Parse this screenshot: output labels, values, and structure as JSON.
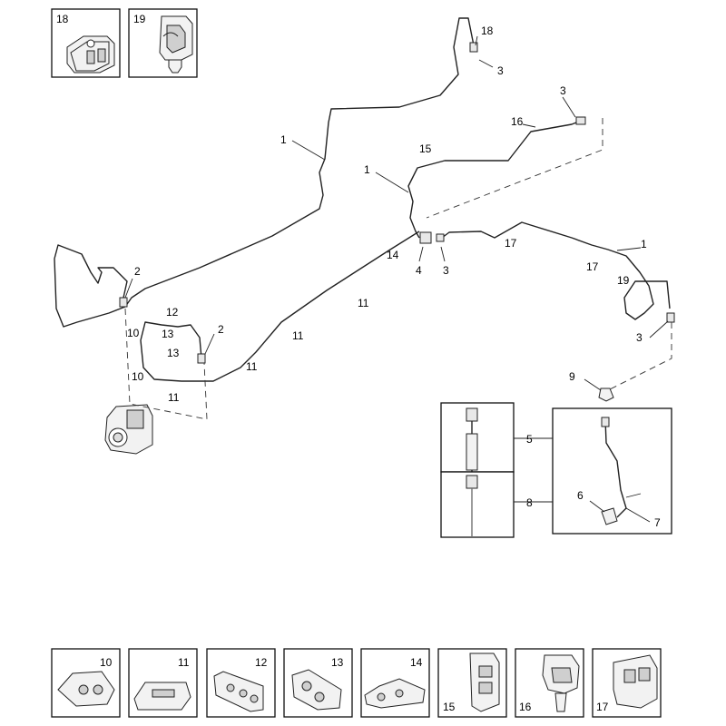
{
  "callouts": {
    "c1a": "1",
    "c1b": "1",
    "c1c": "1",
    "c2a": "2",
    "c2b": "2",
    "c3a": "3",
    "c3b": "3",
    "c3c": "3",
    "c3d": "3",
    "c4": "4",
    "c5": "5",
    "c6": "6",
    "c7": "7",
    "c8": "8",
    "c9": "9",
    "c10a": "10",
    "c10b": "10",
    "c11a": "11",
    "c11b": "11",
    "c11c": "11",
    "c11d": "11",
    "c12": "12",
    "c13a": "13",
    "c13b": "13",
    "c14": "14",
    "c15": "15",
    "c16": "16",
    "c17a": "17",
    "c17b": "17",
    "c18": "18",
    "c19": "19"
  },
  "thumbnails_top": [
    "18",
    "19"
  ],
  "thumbnails_bottom": [
    "10",
    "11",
    "12",
    "13",
    "14",
    "15",
    "16",
    "17"
  ],
  "detail_insets": [
    "5",
    "8"
  ]
}
